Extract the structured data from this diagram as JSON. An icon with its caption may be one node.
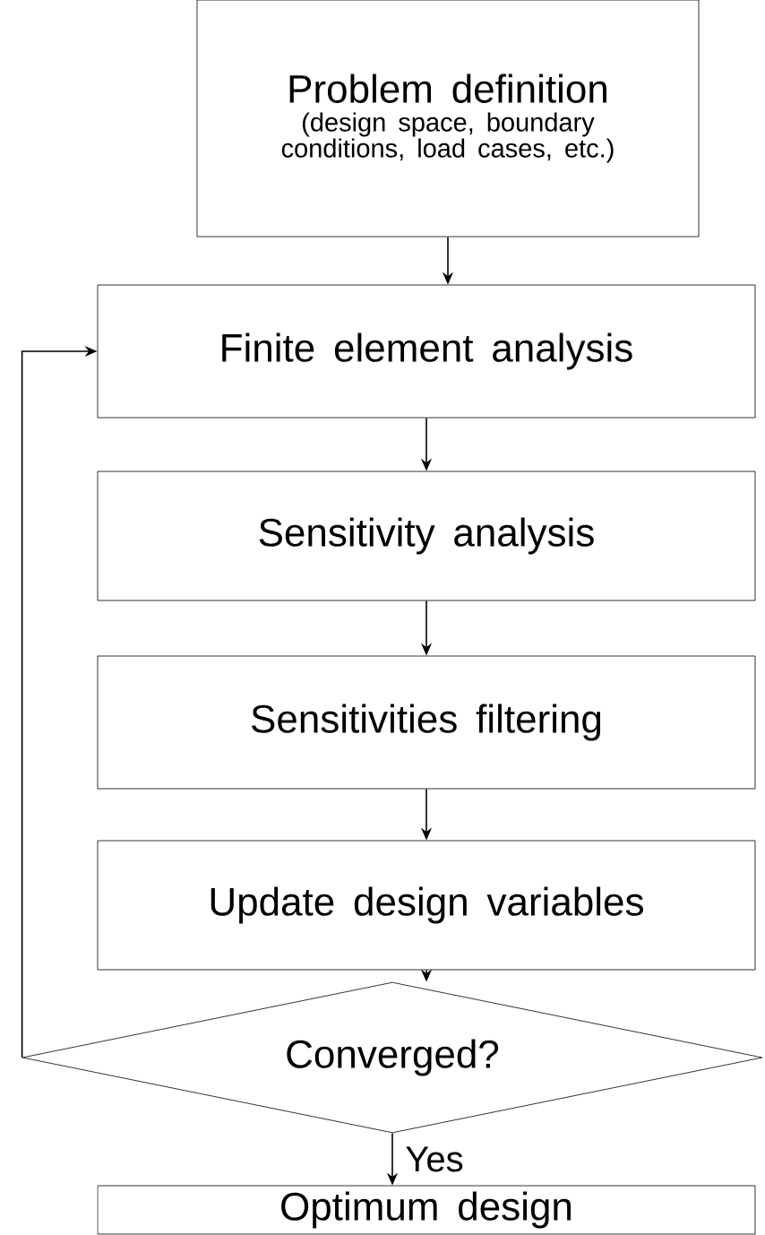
{
  "diagram": {
    "nodes": [
      {
        "text": [
          "Problem definition",
          "(design space, boundary conditions, load cases, etc.)"
        ]
      },
      {
        "text": [
          "Finite element analysis"
        ]
      },
      {
        "text": [
          "Sensitivity analysis"
        ]
      },
      {
        "text": [
          "Sensitivities filtering"
        ]
      },
      {
        "text": [
          "Update design variables"
        ]
      },
      {
        "text": [
          "Converged?"
        ]
      },
      {
        "text": [
          "Optimum design"
        ]
      }
    ],
    "edges": [
      {
        "from": 0,
        "to": 1,
        "arrow": "to"
      },
      {
        "from": 1,
        "to": 2,
        "arrow": "to"
      },
      {
        "from": 2,
        "to": 3,
        "arrow": "to"
      },
      {
        "from": 3,
        "to": 4,
        "arrow": "to"
      },
      {
        "from": 4,
        "to": 5,
        "arrow": "to"
      },
      {
        "from": 5,
        "to": 6,
        "arrow": "to",
        "label": "Yes"
      },
      {
        "from": 5,
        "to": 1,
        "arrow": "to"
      }
    ]
  }
}
